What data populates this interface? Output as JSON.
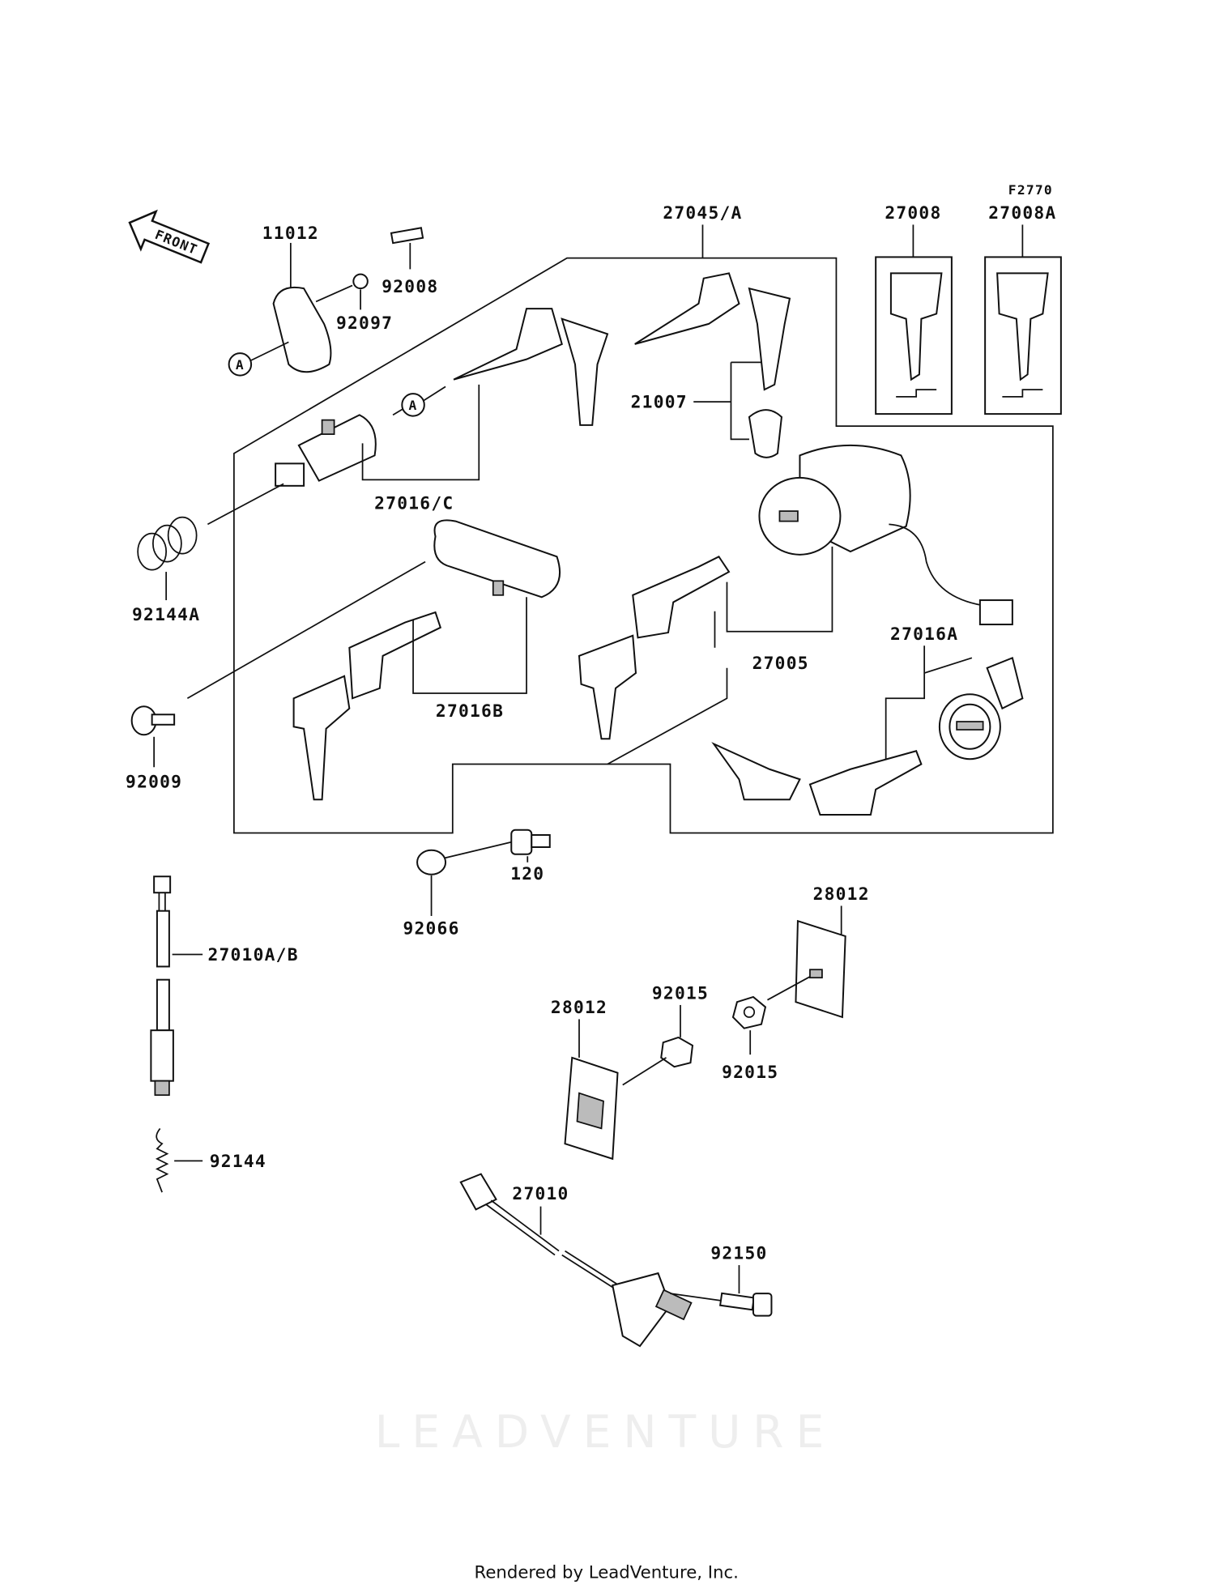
{
  "diagram": {
    "figure_code": "F2770",
    "front_label": "FRONT",
    "ref_marker": "A",
    "labels": {
      "p11012": "11012",
      "p92008": "92008",
      "p92097": "92097",
      "p27045A": "27045/A",
      "p27008": "27008",
      "p27008A": "27008A",
      "p21007": "21007",
      "p27016C": "27016/C",
      "p92144A": "92144A",
      "p27005": "27005",
      "p27016A": "27016A",
      "p27016B": "27016B",
      "p92009": "92009",
      "p120": "120",
      "p92066": "92066",
      "p28012a": "28012",
      "p27010AB": "27010A/B",
      "p28012b": "28012",
      "p92015a": "92015",
      "p92015b": "92015",
      "p92144": "92144",
      "p27010": "27010",
      "p92150": "92150"
    },
    "watermark": "LEADVENTURE",
    "footer": "Rendered by LeadVenture, Inc."
  }
}
